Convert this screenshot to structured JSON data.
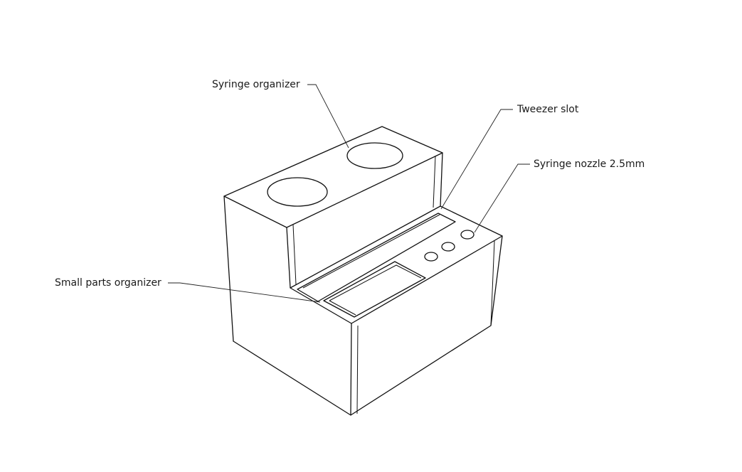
{
  "annotations": {
    "syringe_organizer": "Syringe organizer",
    "tweezer_slot": "Tweezer slot",
    "syringe_nozzle": "Syringe nozzle 2.5mm",
    "small_parts_organizer": "Small parts organizer"
  },
  "colors": {
    "line": "#111111",
    "text": "#1a1a1a",
    "background": "#ffffff"
  }
}
